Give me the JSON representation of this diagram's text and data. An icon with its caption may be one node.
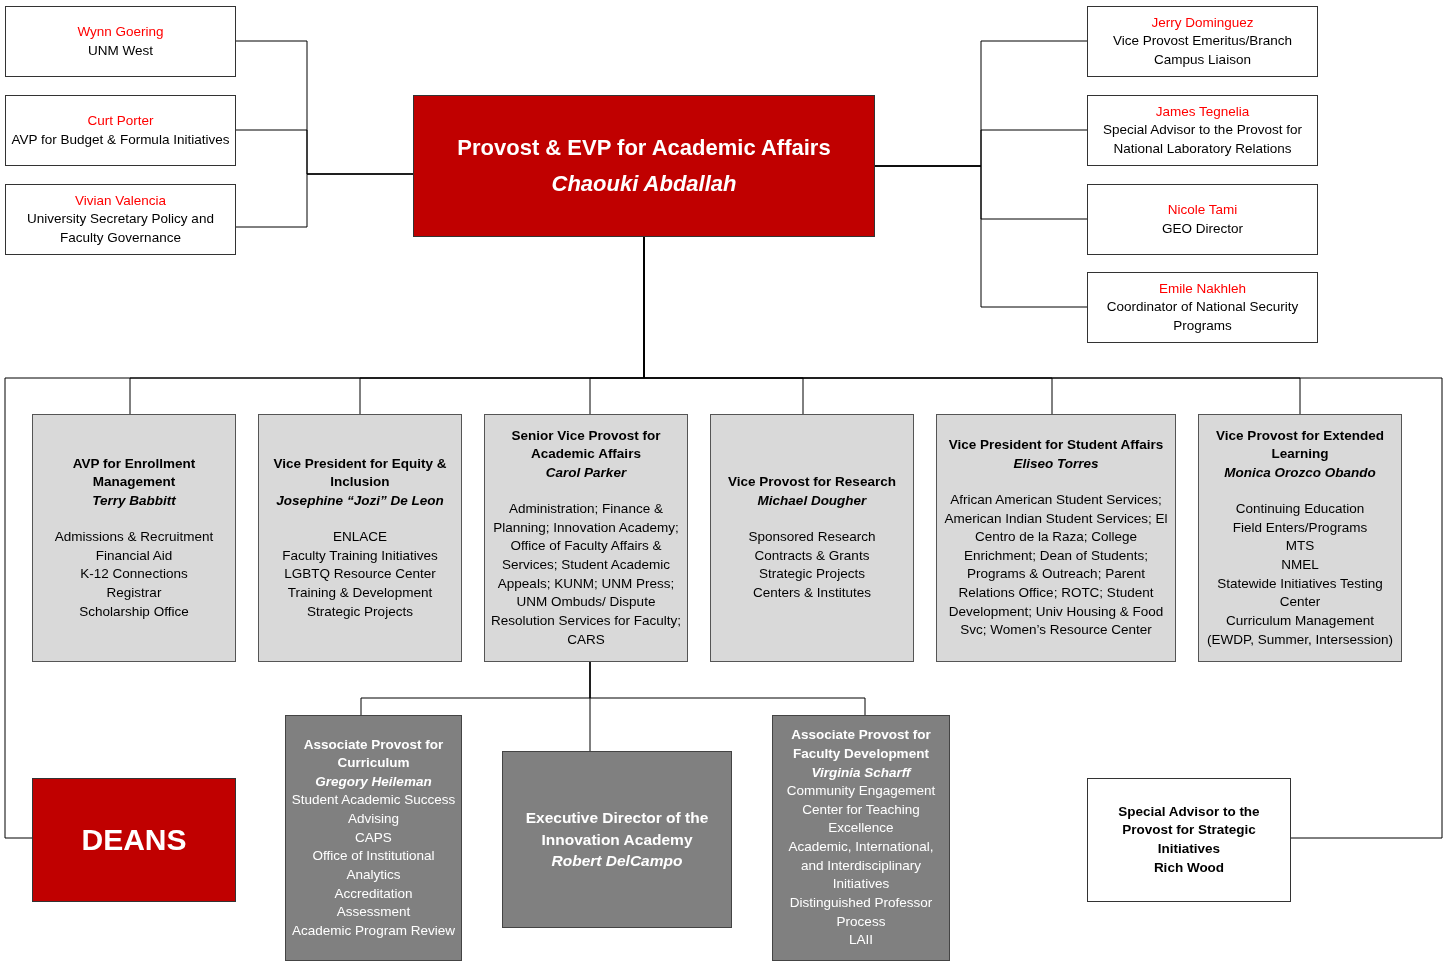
{
  "diagram": {
    "nodes": [
      {
        "text": [
          "Provost & EVP for Academic Affairs",
          "Chaouki Abdallah"
        ]
      },
      {
        "text": [
          "Wynn Goering",
          "UNM West"
        ]
      },
      {
        "text": [
          "Curt Porter",
          "AVP for Budget & Formula Initiatives"
        ]
      },
      {
        "text": [
          "Vivian Valencia",
          "University Secretary Policy and Faculty Governance"
        ]
      },
      {
        "text": [
          "Jerry Dominguez",
          "Vice Provost Emeritus/Branch Campus Liaison"
        ]
      },
      {
        "text": [
          "James Tegnelia",
          "Special Advisor to the Provost for National Laboratory Relations"
        ]
      },
      {
        "text": [
          "Nicole Tami",
          "GEO Director"
        ]
      },
      {
        "text": [
          "Emile Nakhleh",
          "Coordinator of National Security Programs"
        ]
      },
      {
        "text": [
          "AVP for Enrollment Management",
          "Terry Babbitt",
          "Admissions & Recruitment",
          "Financial Aid",
          "K-12 Connections",
          "Registrar",
          "Scholarship Office"
        ]
      },
      {
        "text": [
          "Vice President for Equity & Inclusion",
          "Josephine “Jozi” De Leon",
          "ENLACE",
          "Faculty Training Initiatives",
          "LGBTQ Resource Center",
          "Training & Development",
          "Strategic Projects"
        ]
      },
      {
        "text": [
          "Senior Vice Provost for Academic Affairs",
          "Carol Parker",
          "Administration; Finance & Planning; Innovation Academy; Office of Faculty Affairs & Services; Student Academic Appeals; KUNM; UNM Press; UNM Ombuds/ Dispute Resolution Services for Faculty; CARS"
        ]
      },
      {
        "text": [
          "Vice Provost for Research",
          "Michael Dougher",
          "Sponsored Research",
          "Contracts & Grants",
          "Strategic Projects",
          "Centers & Institutes"
        ]
      },
      {
        "text": [
          "Vice President for Student Affairs",
          "Eliseo Torres",
          "African American Student Services; American Indian Student Services; El Centro de la Raza; College Enrichment; Dean of Students; Programs & Outreach; Parent Relations Office; ROTC; Student Development; Univ Housing & Food Svc; Women’s Resource Center"
        ]
      },
      {
        "text": [
          "Vice Provost for Extended Learning",
          "Monica Orozco Obando",
          "Continuing Education",
          "Field Enters/Programs",
          "MTS",
          "NMEL",
          "Statewide Initiatives Testing Center",
          "Curriculum Management (EWDP, Summer, Intersession)"
        ]
      },
      {
        "text": [
          "Associate Provost for Curriculum",
          "Gregory Heileman",
          "Student Academic Success",
          "Advising",
          "CAPS",
          "Office of Institutional Analytics",
          "Accreditation",
          "Assessment",
          "Academic Program Review"
        ]
      },
      {
        "text": [
          "Executive Director of the Innovation Academy",
          "Robert DelCampo"
        ]
      },
      {
        "text": [
          "Associate Provost for Faculty Development",
          "Virginia Scharff",
          "Community Engagement",
          "Center for Teaching Excellence",
          "Academic, International, and Interdisciplinary Initiatives",
          "Distinguished Professor Process",
          "LAII"
        ]
      },
      {
        "text": [
          "DEANS"
        ]
      },
      {
        "text": [
          "Special Advisor to the Provost for Strategic Initiatives",
          "Rich Wood"
        ]
      }
    ],
    "edges": [
      {
        "from": 0,
        "to": 1,
        "arrow": "none"
      },
      {
        "from": 0,
        "to": 2,
        "arrow": "none"
      },
      {
        "from": 0,
        "to": 3,
        "arrow": "none"
      },
      {
        "from": 0,
        "to": 4,
        "arrow": "none"
      },
      {
        "from": 0,
        "to": 5,
        "arrow": "none"
      },
      {
        "from": 0,
        "to": 6,
        "arrow": "none"
      },
      {
        "from": 0,
        "to": 7,
        "arrow": "none"
      },
      {
        "from": 0,
        "to": 8,
        "arrow": "none"
      },
      {
        "from": 0,
        "to": 9,
        "arrow": "none"
      },
      {
        "from": 0,
        "to": 10,
        "arrow": "none"
      },
      {
        "from": 0,
        "to": 11,
        "arrow": "none"
      },
      {
        "from": 0,
        "to": 12,
        "arrow": "none"
      },
      {
        "from": 0,
        "to": 13,
        "arrow": "none"
      },
      {
        "from": 0,
        "to": 17,
        "arrow": "none"
      },
      {
        "from": 0,
        "to": 18,
        "arrow": "none"
      },
      {
        "from": 10,
        "to": 14,
        "arrow": "none"
      },
      {
        "from": 10,
        "to": 15,
        "arrow": "none"
      },
      {
        "from": 10,
        "to": 16,
        "arrow": "none"
      }
    ]
  }
}
